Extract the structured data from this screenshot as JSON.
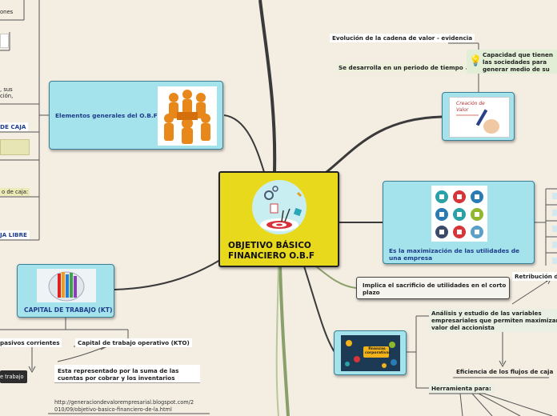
{
  "center": {
    "line1": "OBJETIVO BÁSICO",
    "line2": "FINANCIERO O.B.F"
  },
  "left": {
    "elementos": "Elementos generales del O.B.F",
    "capital": "CAPITAL DE TRABAJO (KT)",
    "pasivos": "pasivos corrientes",
    "kto": "Capital de trabajo operativo (KTO)",
    "representado": "Esta representado por la suma de las cuentas por cobrar y los inventarios",
    "trabajo_tag": "e trabajo",
    "url": "http://generaciondevalorempresarial.blogspot.com/2010/09/objetivo-basico-financiero-de-la.html",
    "cut": {
      "t1": "ones",
      "t2a": ", sus",
      "t2b": "ción,",
      "t3": "DE CAJA",
      "t4": "o de caja:",
      "t5": "JA LIBRE"
    }
  },
  "right": {
    "evolucion": "Evolución de la cadena de valor - evidencia",
    "periodo": "Se desarrolla en un periodo de tiempo",
    "capacidad": "Capacidad que tienen las sociedades para generar medio de su actividad eco",
    "creacion_caption": "Creación de Valor",
    "maximizacion": "Es la maximización de las utilidades de una empresa",
    "sacrificio": "Implica el sacrificio de utilidades en el corto plazo",
    "retribucion": "Retribución de",
    "analisis": "Análisis y estudio de las variables empresariales que permiten maximizar el valor del accionista",
    "eficiencia": "Eficiencia de los flujos de caja",
    "herramienta": "Herramienta para:",
    "finanzas_caption": "finanzas corporativas"
  },
  "colors": {
    "background": "#f3ede2",
    "center": "#e9d91c",
    "node": "#a5e3ec",
    "node_border": "#3b7f95",
    "branch": "#3a3a3a",
    "green_branch": "#8aa06a"
  }
}
